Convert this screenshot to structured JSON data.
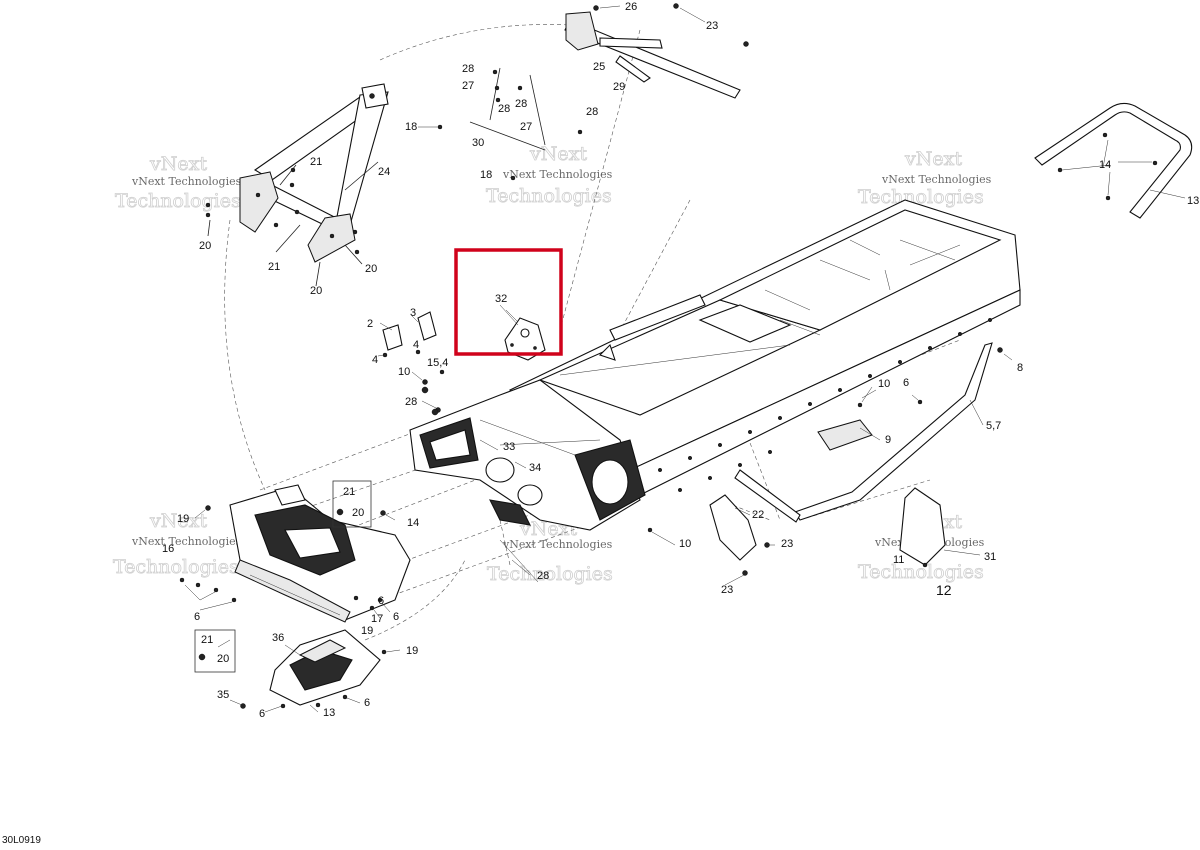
{
  "diagram": {
    "reference_code": "30L0919",
    "highlight_color": "#d0021b",
    "highlighted_callout": "32",
    "watermark_small": "vNext Technologies",
    "watermark_large": "Technologies",
    "watermark_large_top": "vNext",
    "callouts": {
      "c26": "26",
      "c23a": "23",
      "c25": "25",
      "c29": "29",
      "c28a": "28",
      "c27a": "27",
      "c28b": "28",
      "c28c": "28",
      "c28d": "28",
      "c27b": "27",
      "c18a": "18",
      "c30": "30",
      "c18b": "18",
      "c24": "24",
      "c21a": "21",
      "c20a": "20",
      "c21b": "21",
      "c20b": "20",
      "c20c": "20",
      "c14a": "14",
      "c13a": "13",
      "c32": "32",
      "c3": "3",
      "c2": "2",
      "c4a": "4",
      "c4b": "4",
      "c154": "15,4",
      "c10a": "10",
      "c28e": "28",
      "c33": "33",
      "c34": "34",
      "c8": "8",
      "c10b": "10",
      "c6a": "6",
      "c9": "9",
      "c57": "5,7",
      "c21c": "21",
      "c20d": "20",
      "c14b": "14",
      "c19a": "19",
      "c16": "16",
      "c22": "22",
      "c23b": "23",
      "c10c": "10",
      "c28f": "28",
      "c23c": "23",
      "c6b": "6",
      "c17": "17",
      "c6c": "6",
      "c19b": "19",
      "c6d": "6",
      "c21d": "21",
      "c20e": "20",
      "c36": "36",
      "c19c": "19",
      "c35": "35",
      "c6e": "6",
      "c13b": "13",
      "c6f": "6",
      "c11": "11",
      "c31": "31",
      "c12": "12"
    }
  }
}
